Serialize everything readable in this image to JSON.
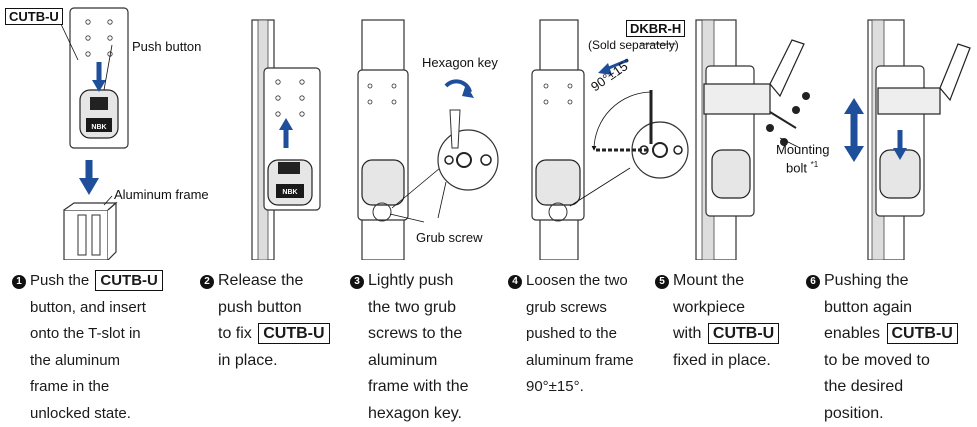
{
  "colors": {
    "arrow_blue": "#1f4e9a",
    "ink": "#111111"
  },
  "callouts": {
    "product_tag": "CUTB-U",
    "push_button": "Push button",
    "aluminum_frame": "Aluminum frame",
    "hexagon_key": "Hexagon key",
    "grub_screw": "Grub screw",
    "angle": "90°±15°",
    "accessory_tag": "DKBR-H",
    "sold_separately": "(Sold separately)",
    "mounting": "Mounting",
    "bolt": "bolt",
    "footnote_mark": "*1",
    "logo": "NBK"
  },
  "steps": [
    {
      "num": "1",
      "lines": [
        {
          "before": "Push the",
          "tag": "CUTB-U",
          "after": ""
        },
        {
          "before": "button, and insert"
        },
        {
          "before": "onto the T-slot in"
        },
        {
          "before": "the aluminum"
        },
        {
          "before": "frame in the"
        },
        {
          "before": "unlocked state."
        }
      ]
    },
    {
      "num": "2",
      "lines": [
        {
          "before": "Release the"
        },
        {
          "before": "push button"
        },
        {
          "before": "to fix",
          "tag": "CUTB-U",
          "after": ""
        },
        {
          "before": "in place."
        }
      ]
    },
    {
      "num": "3",
      "lines": [
        {
          "before": "Lightly push"
        },
        {
          "before": "the two grub"
        },
        {
          "before": "screws to the"
        },
        {
          "before": "aluminum"
        },
        {
          "before": "frame with the"
        },
        {
          "before": "hexagon key."
        }
      ]
    },
    {
      "num": "4",
      "lines": [
        {
          "before": "Loosen the two"
        },
        {
          "before": "grub screws"
        },
        {
          "before": "pushed to the"
        },
        {
          "before": "aluminum frame"
        },
        {
          "before": "90°±15°."
        }
      ]
    },
    {
      "num": "5",
      "lines": [
        {
          "before": "Mount the"
        },
        {
          "before": "workpiece"
        },
        {
          "before": "with",
          "tag": "CUTB-U",
          "after": ""
        },
        {
          "before": "fixed in place."
        }
      ]
    },
    {
      "num": "6",
      "lines": [
        {
          "before": "Pushing the"
        },
        {
          "before": "button again"
        },
        {
          "before": "enables",
          "tag": "CUTB-U",
          "after": ""
        },
        {
          "before": "to be moved to"
        },
        {
          "before": "the desired"
        },
        {
          "before": "position."
        }
      ]
    }
  ]
}
